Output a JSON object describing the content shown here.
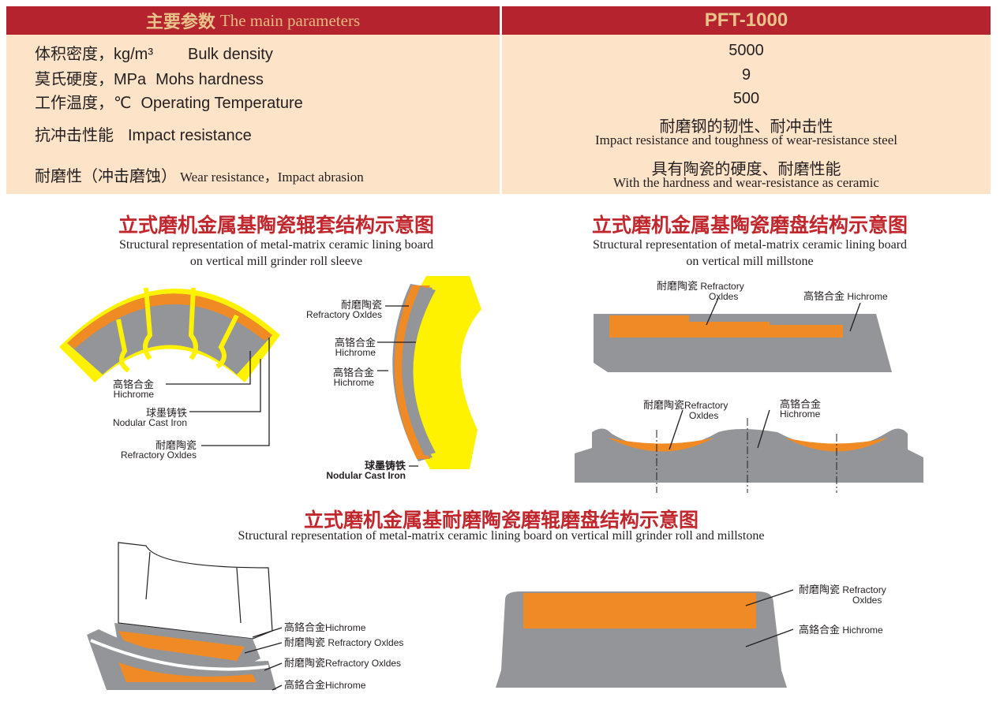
{
  "table": {
    "header_left_cn": "主要参数",
    "header_left_en": "The main parameters",
    "header_right": "PFT-1000",
    "rows": [
      {
        "label_cn": "体积密度，kg/m³",
        "label_en": "Bulk density",
        "value": "5000"
      },
      {
        "label_cn": "莫氏硬度，MPa",
        "label_en": "Mohs hardness",
        "value": "9"
      },
      {
        "label_cn": "工作温度，℃",
        "label_en": "Operating Temperature",
        "value": "500"
      },
      {
        "label_cn": "抗冲击性能",
        "label_en": "Impact resistance",
        "value": "耐磨钢的韧性、耐冲击性",
        "value_en": "Impact resistance and toughness of wear-resistance steel"
      },
      {
        "label_cn": "耐磨性（冲击磨蚀）",
        "label_en": "Wear resistance，Impact abrasion",
        "value": "具有陶瓷的硬度、耐磨性能",
        "value_en": "With the hardness and wear-resistance as ceramic"
      }
    ]
  },
  "sections": {
    "roll": {
      "title": "立式磨机金属基陶瓷辊套结构示意图",
      "subtitle1": "Structural representation of metal-matrix ceramic lining board",
      "subtitle2": "on vertical mill grinder roll sleeve"
    },
    "stone": {
      "title": "立式磨机金属基陶瓷磨盘结构示意图",
      "subtitle1": "Structural representation of metal-matrix ceramic lining board",
      "subtitle2": "on vertical mill millstone"
    },
    "both": {
      "title": "立式磨机金属基耐磨陶瓷磨辊磨盘结构示意图",
      "subtitle": "Structural representation of metal-matrix ceramic lining board on vertical mill grinder roll and millstone"
    }
  },
  "labels": {
    "hichrome_cn": "高铬合金",
    "hichrome_en": "Hichrome",
    "hichrome_cn2": "高鉻合金",
    "iron_cn": "球墨铸铁",
    "iron_en": "Nodular Cast Iron",
    "ceramic_cn": "耐磨陶瓷",
    "ceramic_en": "Refractory  Oxldes",
    "ceramic_en1": "Refractory",
    "ceramic_en2": "Oxldes"
  },
  "colors": {
    "header": "#b5232e",
    "body": "#fde3c8",
    "orange": "#f08a24",
    "gray": "#939598",
    "yellow": "#fff200",
    "title": "#c1272d"
  }
}
